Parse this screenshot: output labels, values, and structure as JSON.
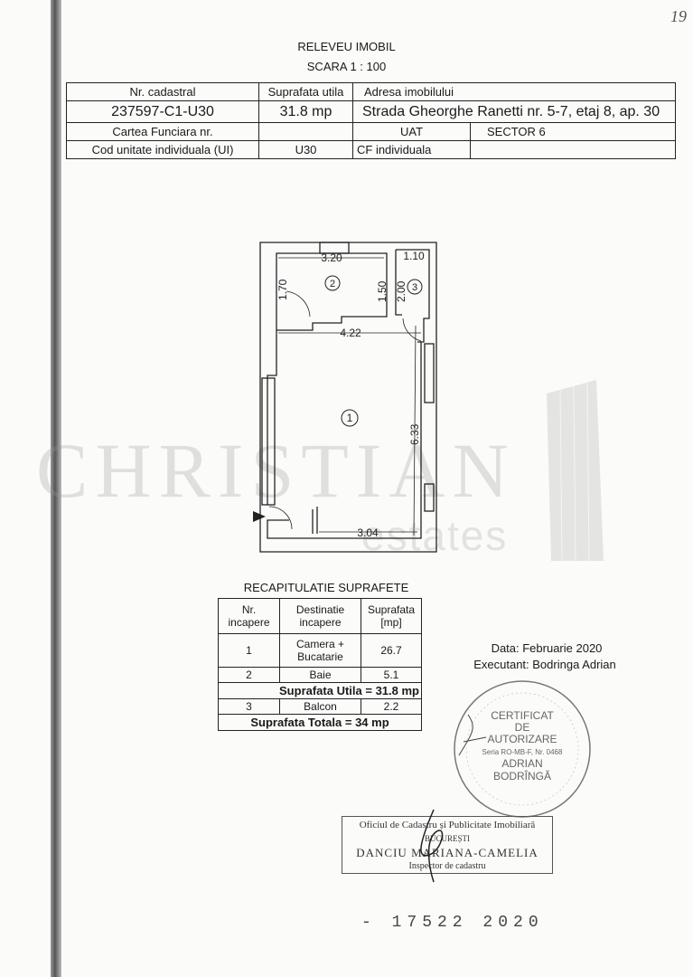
{
  "page_number": "19",
  "header": {
    "title": "RELEVEU IMOBIL",
    "scale": "SCARA  1 : 100"
  },
  "property_table": {
    "col_cadastral": "Nr. cadastral",
    "col_surface": "Suprafata utila",
    "col_address": "Adresa imobilului",
    "cadastral_no": "237597-C1-U30",
    "surface": "31.8 mp",
    "address": "Strada Gheorghe Ranetti nr. 5-7, etaj 8, ap. 30",
    "carte_funciara_label": "Cartea Funciara nr.",
    "carte_funciara_value": "",
    "uat_label": "UAT",
    "uat_value": "SECTOR 6",
    "ui_label": "Cod unitate individuala (UI)",
    "ui_value": "U30",
    "cf_label": "CF individuala",
    "cf_value": ""
  },
  "floor_plan": {
    "dims": {
      "d320": "3.20",
      "d110": "1.10",
      "d170": "1.70",
      "d150": "1.50",
      "d200": "2.00",
      "d422": "4.22",
      "d633": "6.33",
      "d304": "3.04"
    },
    "rooms": {
      "r1": "1",
      "r2": "2",
      "r3": "3"
    }
  },
  "watermark": {
    "name": "CHRISTIAN",
    "sub": "estates"
  },
  "recap": {
    "title": "RECAPITULATIE SUPRAFETE",
    "headers": [
      "Nr. incapere",
      "Destinatie incapere",
      "Suprafata [mp]"
    ],
    "rows": [
      {
        "nr": "1",
        "dest": "Camera + Bucatarie",
        "area": "26.7"
      },
      {
        "nr": "2",
        "dest": "Baie",
        "area": "5.1"
      },
      {
        "nr": "3",
        "dest": "Balcon",
        "area": "2.2"
      }
    ],
    "utila": "Suprafata Utila = 31.8 mp",
    "totala": "Suprafata Totala = 34 mp"
  },
  "info": {
    "date": "Data: Februarie 2020",
    "executant": "Executant:  Bodringa  Adrian"
  },
  "stamp_round": {
    "line1": "CERTIFICAT",
    "line2": "DE",
    "line3": "AUTORIZARE",
    "line4": "Seria RO-MB-F, Nr. 0468",
    "line5": "ADRIAN",
    "line6": "BODRÎNGĂ"
  },
  "stamp_office": {
    "line1": "Oficiul de Cadastru și Publicitate Imobiliară",
    "line2": "BUCUREȘTI",
    "line3": "DANCIU  MARIANA-CAMELIA",
    "line4": "Inspector de cadastru"
  },
  "registration": "-  17522  2020"
}
